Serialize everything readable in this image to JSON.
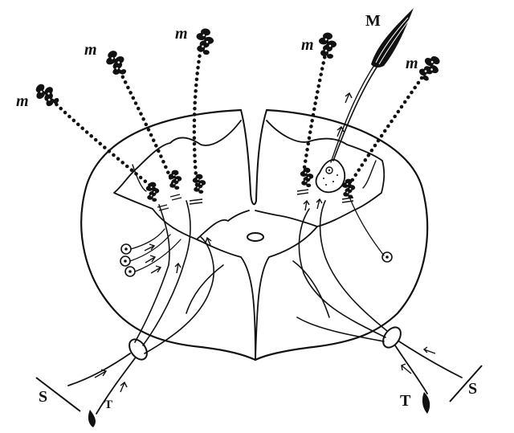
{
  "labels": {
    "m": "m",
    "M": "M",
    "S_left": "S",
    "S_right": "S",
    "T_left": "T",
    "T_right": "T"
  }
}
